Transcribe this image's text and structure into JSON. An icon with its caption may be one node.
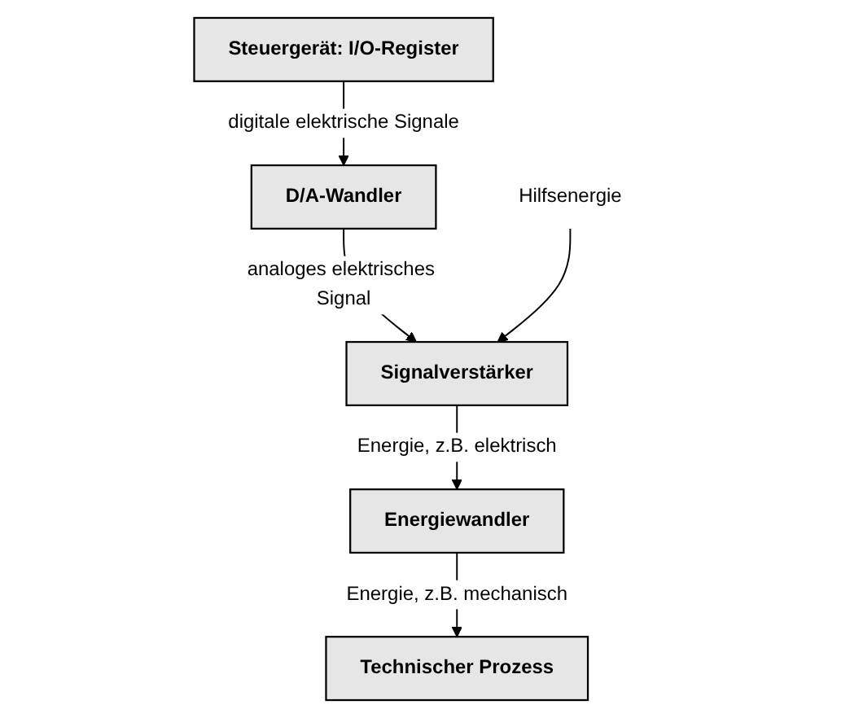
{
  "diagram": {
    "nodes": [
      {
        "text": [
          "Steuergerät: I/O-Register"
        ]
      },
      {
        "text": [
          "D/A-Wandler"
        ]
      },
      {
        "text": [
          "Signalverstärker"
        ]
      },
      {
        "text": [
          "Energiewandler"
        ]
      },
      {
        "text": [
          "Technischer Prozess"
        ]
      },
      {
        "text": [
          "Hilfsenergie"
        ]
      }
    ],
    "edges": [
      {
        "from": 0,
        "to": 1,
        "arrow": "to",
        "label": "digitale elektrische Signale"
      },
      {
        "from": 1,
        "to": 2,
        "arrow": "to",
        "label": "analoges elektrisches Signal"
      },
      {
        "from": 2,
        "to": 3,
        "arrow": "to",
        "label": "Energie, z.B. elektrisch"
      },
      {
        "from": 3,
        "to": 4,
        "arrow": "to",
        "label": "Energie, z.B. mechanisch"
      },
      {
        "from": 5,
        "to": 2,
        "arrow": "to"
      }
    ]
  }
}
